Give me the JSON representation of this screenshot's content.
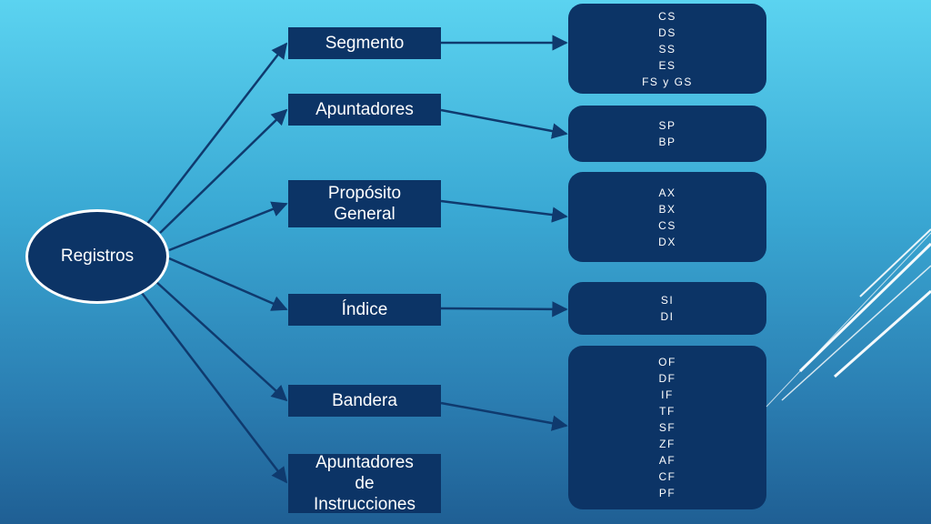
{
  "diagram": {
    "root": {
      "label": "Registros"
    },
    "categories": [
      {
        "label": "Segmento",
        "registers": [
          "CS",
          "DS",
          "SS",
          "ES",
          "FS y GS"
        ]
      },
      {
        "label": "Apuntadores",
        "registers": [
          "SP",
          "BP"
        ]
      },
      {
        "label": "Propósito General",
        "registers": [
          "AX",
          "BX",
          "CS",
          "DX"
        ]
      },
      {
        "label": "Índice",
        "registers": [
          "SI",
          "DI"
        ]
      },
      {
        "label": "Bandera",
        "registers": [
          "OF",
          "DF",
          "IF",
          "TF",
          "SF",
          "ZF",
          "AF",
          "CF",
          "PF"
        ]
      },
      {
        "label": "Apuntadores de Instrucciones",
        "registers": []
      }
    ]
  },
  "colors": {
    "node_fill": "#0c3466",
    "arrow": "#0f3a6e",
    "text": "#ffffff",
    "decor_lines": "#ffffff"
  }
}
